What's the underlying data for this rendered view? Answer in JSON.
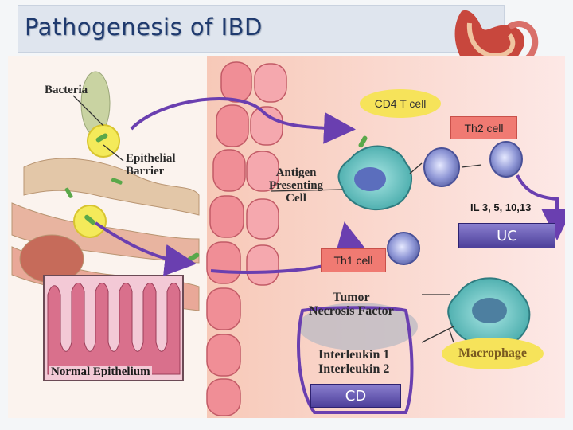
{
  "title": "Pathogenesis of IBD",
  "labels": {
    "bacteria": "Bacteria",
    "epithelial_barrier": "Epithelial\nBarrier",
    "antigen_presenting_cell": "Antigen\nPresenting\nCell",
    "normal_epithelium": "Normal Epithelium",
    "cd4_t_cell": "CD4 T cell",
    "th2_cell": "Th2 cell",
    "th1_cell": "Th1 cell",
    "interleukins_uc": "IL 3, 5,  10,13",
    "uc": "UC",
    "tnf": "Tumor\nNecrosis Factor",
    "il1": "Interleukin 1",
    "il2": "Interleukin 2",
    "macrophage": "Macrophage",
    "cd": "CD"
  },
  "colors": {
    "title_text": "#1f3a6e",
    "arrow_purple": "#6a3fb0",
    "uc_box": "#4d3f9a",
    "yellow_bubble": "#f6e35a",
    "th_box": "#f07a72"
  }
}
